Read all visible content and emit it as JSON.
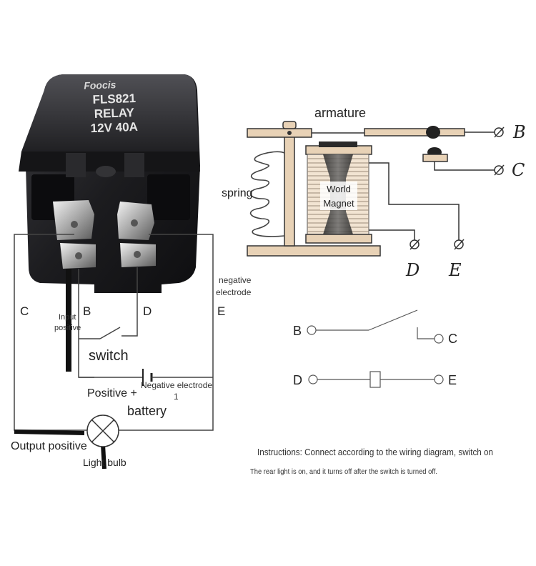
{
  "relay_photo": {
    "brand": "Foocis",
    "model": "FLS821",
    "type": "RELAY",
    "rating": "12V 40A"
  },
  "wiring": {
    "terminal_c": "C",
    "terminal_b": "B",
    "terminal_d": "D",
    "terminal_e": "E",
    "input_positive": "Input positive",
    "negative_electrode": "negative electrode",
    "switch": "switch",
    "battery_positive": "Positive +",
    "battery_negative_line1": "Negative electrode",
    "battery_negative_line2": "1",
    "battery": "battery",
    "output_positive": "Output positive",
    "light_bulb": "Light bulb"
  },
  "schematic": {
    "armature": "armature",
    "spring": "spring",
    "magnet_line1": "World",
    "magnet_line2": "Magnet",
    "terminal_b": "B",
    "terminal_c": "C",
    "terminal_d": "D",
    "terminal_e": "E"
  },
  "symbol": {
    "b": "B",
    "c": "C",
    "d": "D",
    "e": "E"
  },
  "instructions": {
    "line1": "Instructions: Connect according to the wiring diagram, switch on",
    "line2": "The rear light is on, and it turns off after the switch is turned off."
  },
  "colors": {
    "frame": "#e8d2b6",
    "coil": "#f2e4d2",
    "relay_body": "#1e1e20",
    "wire": "#444444"
  }
}
